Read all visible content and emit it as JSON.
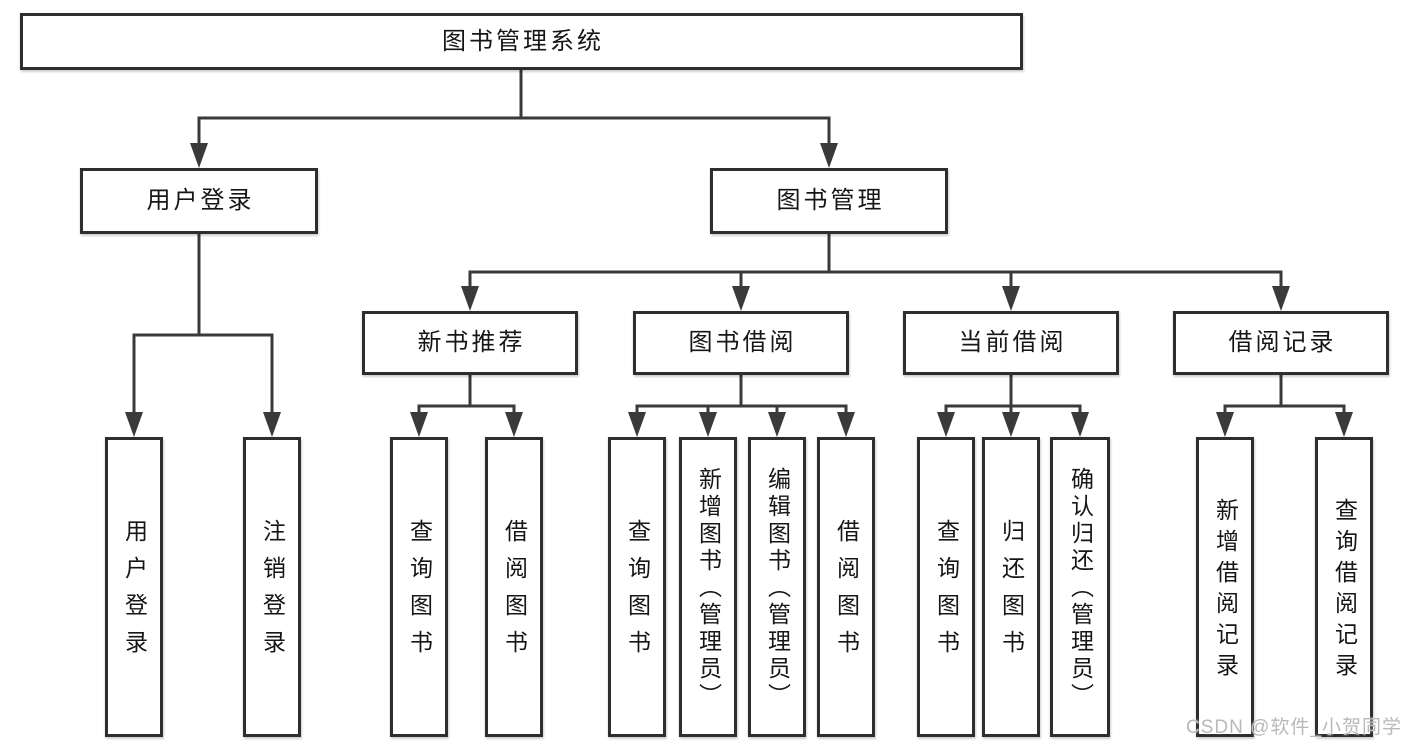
{
  "diagram": {
    "root": {
      "label": "图书管理系统"
    },
    "branches": [
      {
        "label": "用户登录",
        "children": [
          {
            "label": "用户登录"
          },
          {
            "label": "注销登录"
          }
        ]
      },
      {
        "label": "图书管理",
        "sections": [
          {
            "label": "新书推荐",
            "children": [
              {
                "label": "查询图书"
              },
              {
                "label": "借阅图书"
              }
            ]
          },
          {
            "label": "图书借阅",
            "children": [
              {
                "label": "查询图书"
              },
              {
                "label": "新增图书（管理员）"
              },
              {
                "label": "编辑图书（管理员）"
              },
              {
                "label": "借阅图书"
              }
            ]
          },
          {
            "label": "当前借阅",
            "children": [
              {
                "label": "查询图书"
              },
              {
                "label": "归还图书"
              },
              {
                "label": "确认归还（管理员）"
              }
            ]
          },
          {
            "label": "借阅记录",
            "children": [
              {
                "label": "新增借阅记录"
              },
              {
                "label": "查询借阅记录"
              }
            ]
          }
        ]
      }
    ],
    "colors": {
      "line": "#3a3a3a",
      "border": "#2e2e2e",
      "text": "#161616",
      "watermark": "#b9b9b9"
    },
    "watermark": "CSDN @软件_小贺同学"
  }
}
